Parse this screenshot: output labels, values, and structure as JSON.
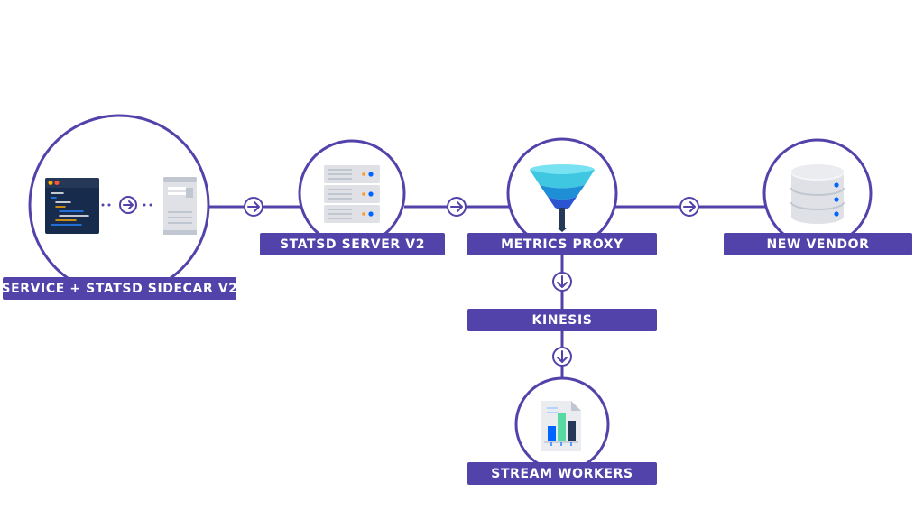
{
  "nodes": {
    "service": {
      "label": "SERVICE + STATSD SIDECAR V2"
    },
    "statsd_server": {
      "label": "STATSD SERVER V2"
    },
    "metrics_proxy": {
      "label": "METRICS PROXY"
    },
    "new_vendor": {
      "label": "NEW VENDOR"
    },
    "kinesis": {
      "label": "KINESIS"
    },
    "stream_workers": {
      "label": "STREAM WORKERS"
    }
  },
  "colors": {
    "line": "#5243AA",
    "label_bg": "#5243AA",
    "label_text": "#FFFFFF",
    "funnel_top": "#3FC6E0",
    "funnel_mid": "#1E8FD6",
    "funnel_low": "#2B55D0",
    "funnel_stem": "#253858"
  },
  "icons": [
    "code-window-icon",
    "server-tower-icon",
    "server-rack-icon",
    "funnel-icon",
    "database-icon",
    "bar-chart-document-icon",
    "arrow-right-icon",
    "arrow-down-icon"
  ]
}
